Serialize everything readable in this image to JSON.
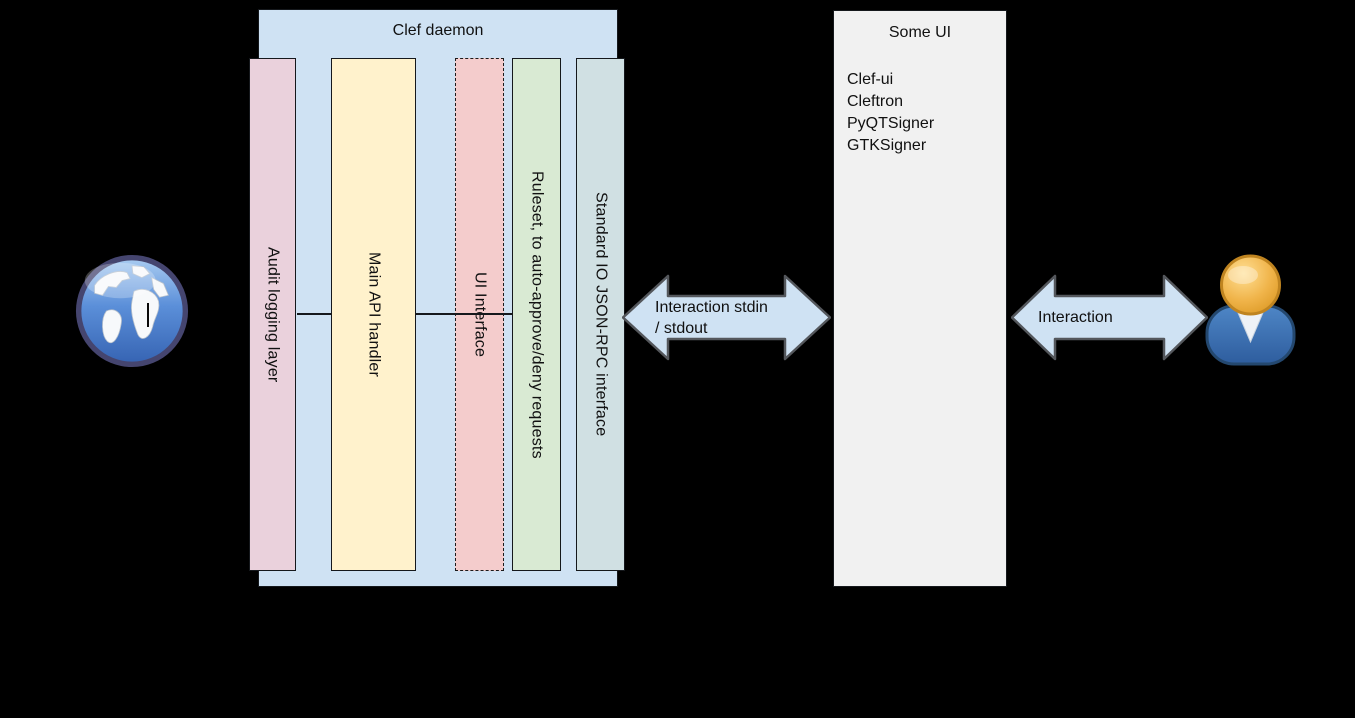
{
  "background_color": "#000000",
  "clef_daemon": {
    "title": "Clef daemon",
    "fill": "#cfe2f3",
    "layers": [
      {
        "label": "Audit logging layer",
        "fill": "#ead1dc",
        "border_style": "solid"
      },
      {
        "label": "Main API handler",
        "fill": "#fff2cc",
        "border_style": "solid"
      },
      {
        "label": "UI Interface",
        "fill": "#f4cccc",
        "border_style": "dashed"
      },
      {
        "label": "Ruleset, to auto-approve/deny requests",
        "fill": "#d9ead3",
        "border_style": "solid"
      },
      {
        "label": "Standard IO JSON-RPC interface",
        "fill": "#d0e0e3",
        "border_style": "solid"
      }
    ]
  },
  "some_ui": {
    "title": "Some UI",
    "fill": "#f1f1f1",
    "items": [
      "Clef-ui",
      "Cleftron",
      "PyQTSigner",
      "GTKSigner"
    ]
  },
  "arrows": {
    "fill": "#cfe2f3",
    "border": "#54575c",
    "left": {
      "line1": "Interaction stdin",
      "line2": "/ stdout"
    },
    "right": {
      "label": "Interaction"
    }
  },
  "icons": {
    "left": "globe-icon",
    "right": "user-icon"
  }
}
